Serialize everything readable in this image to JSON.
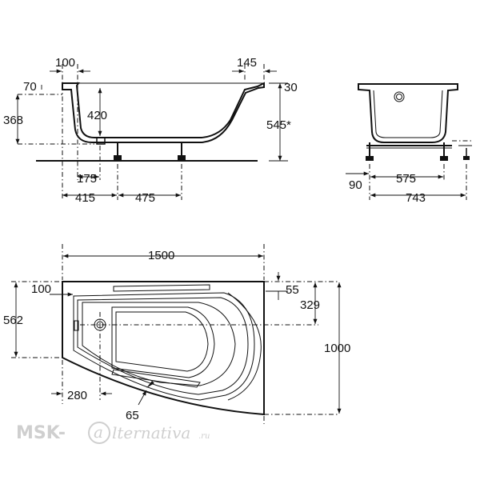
{
  "side_view": {
    "dims": {
      "d100": "100",
      "d145": "145",
      "d70": "70",
      "d30": "30",
      "d368": "368",
      "d420": "420",
      "d545": "545*",
      "d175": "175",
      "d415": "415",
      "d475": "475"
    }
  },
  "end_view": {
    "dims": {
      "d90": "90",
      "d575": "575",
      "d743": "743"
    }
  },
  "plan_view": {
    "dims": {
      "d1500": "1500",
      "d100": "100",
      "d55": "55",
      "d329": "329",
      "d562": "562",
      "d1000": "1000",
      "d280": "280",
      "d65": "65"
    }
  },
  "watermark": {
    "prefix": "MSK-",
    "script": "lternativa",
    "suffix": ".ru"
  }
}
